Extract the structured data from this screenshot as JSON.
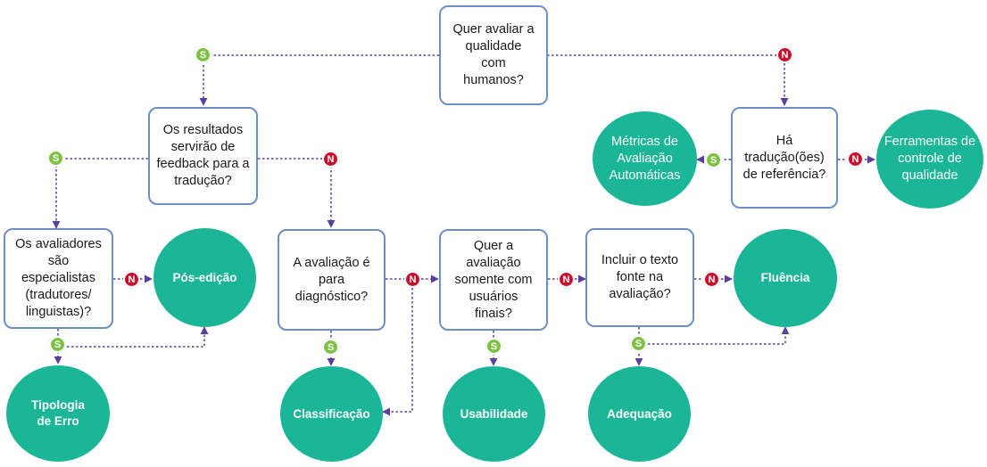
{
  "colors": {
    "box_border": "#6d8fc7",
    "circle_fill": "#1bb697",
    "edge": "#5a3f9e",
    "yes": "#7dc242",
    "no": "#c8102e"
  },
  "badges": {
    "yes": "S",
    "no": "N"
  },
  "nodes": {
    "q_humans": "Quer avaliar a qualidade com humanos?",
    "q_feedback": "Os resultados servirão de feedback para a tradução?",
    "q_reference": "Há tradução(ões) de referência?",
    "q_specialists": "Os avaliadores são especialistas (tradutores/ linguistas)?",
    "q_diagnostic": "A avaliação é para diagnóstico?",
    "q_end_users": "Quer a avaliação somente com usuários finais?",
    "q_source": "Incluir o texto fonte na avaliação?",
    "r_metrics": "Métricas de Avaliação Automáticas",
    "r_tools": "Ferramentas de controle de qualidade",
    "r_postedit": "Pós-edição",
    "r_typology": "Tipologia de Erro",
    "r_classification": "Classificação",
    "r_usability": "Usabilidade",
    "r_adequacy": "Adequação",
    "r_fluency": "Fluência"
  }
}
